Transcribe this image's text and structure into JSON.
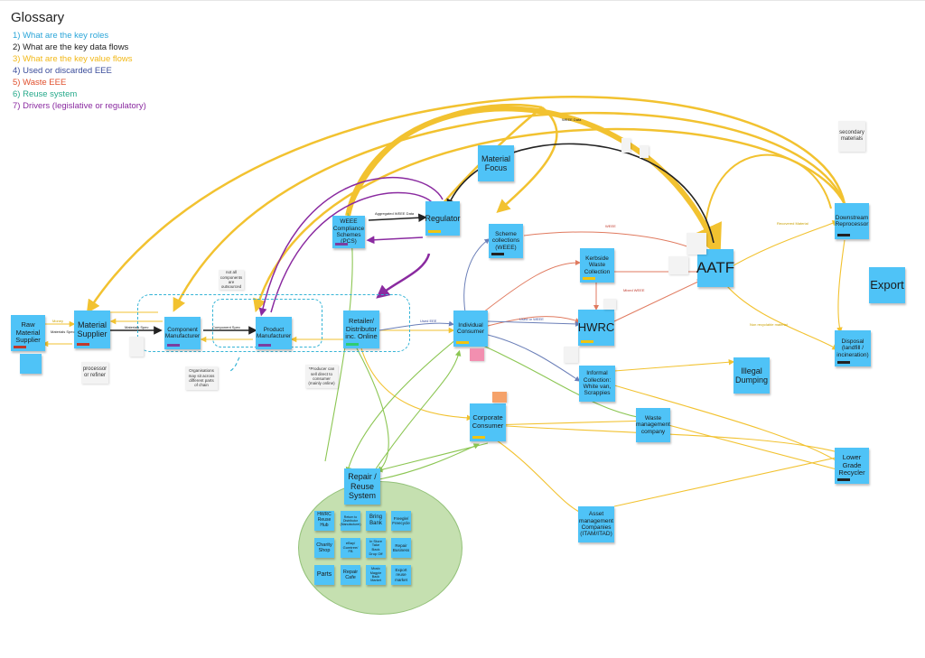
{
  "title": "Glossary",
  "glossary": [
    {
      "text": "1) What are the key roles",
      "color": "#2aa5d8"
    },
    {
      "text": "2) What are the key data flows",
      "color": "#222222"
    },
    {
      "text": "3) What are the key value flows",
      "color": "#f2b817"
    },
    {
      "text": "4) Used or discarded EEE",
      "color": "#3b4d9b"
    },
    {
      "text": "5) Waste EEE",
      "color": "#e0502e"
    },
    {
      "text": "6) Reuse system",
      "color": "#25a98a"
    },
    {
      "text": "7) Drivers (legislative or regulatory)",
      "color": "#8a2aa0"
    }
  ],
  "colors": {
    "sticky": "#4fc3f7",
    "value_flow": "#f2c230",
    "reuse_flow": "#8cc653",
    "waste_flow": "#e07a5f",
    "used_flow": "#6b7fb8",
    "data_flow": "#222222",
    "driver_flow": "#8a2aa0",
    "reuse_circle": "#c5e0b0"
  },
  "nodes": {
    "raw_material_supplier": "Raw Material Supplier",
    "material_supplier": "Material Supplier",
    "component_manufacturer": "Component Manufacturer",
    "product_manufacturer": "Product Manufacturer",
    "retailer": "Retailer/ Distributor inc. Online",
    "pcs": "WEEE Compliance Schemes (PCS)",
    "regulator": "Regulator",
    "material_focus": "Material Focus",
    "scheme_collections": "Scheme collections (WEEE)",
    "individual_consumer": "Individual Consumer",
    "kerbside": "Kerbside Waste Collection",
    "hwrc": "HWRC",
    "informal": "Informal Collection: White van, Scrappies",
    "aatf": "AATF",
    "downstream": "Downstream Reprocessor",
    "export": "Export",
    "disposal": "Disposal (landfill / incineration)",
    "illegal": "Illegal Dumping",
    "corporate": "Corporate Consumer",
    "waste_mgmt": "Waste management company",
    "asset_mgmt": "Asset management Companies (ITAM/ITAD)",
    "lower_grade": "Lower Grade Recycler",
    "repair": "Repair / Reuse System"
  },
  "notes": {
    "processor": "processor or refiner",
    "secondary": "secondary materials",
    "not_all": "not all components are outsourced",
    "organisations": "Organisations may sit across different parts of chain",
    "producer_sell": "*Producer can sell direct to consumer (mainly online)"
  },
  "reuse_items": [
    "HWRC Reuse Hub",
    "Return to Distributor (Manufacturer)",
    "Bring Bank",
    "Freegle/ Freecycle",
    "Charity Shop",
    "eBay/ Gumtree/ FB",
    "In Store Take Back Drop Off",
    "Repair Business",
    "Parts",
    "Repair Cafe",
    "Music Magpie Back Market",
    "Export reuse market"
  ],
  "flow_labels": {
    "materials_spec": "Materials Spec",
    "component_spec": "Component Spec",
    "money": "Money",
    "aggregated_weee_data": "Aggregated WEEE Data",
    "weee_data": "WEEE Data",
    "used_eee": "Used EEE",
    "used_weee": "Used or WEEE",
    "mixed_weee": "Mixed WEEE",
    "weee": "WEEE",
    "non_recyclable": "Non recyclable material",
    "recovered_material": "Recovered Material"
  }
}
